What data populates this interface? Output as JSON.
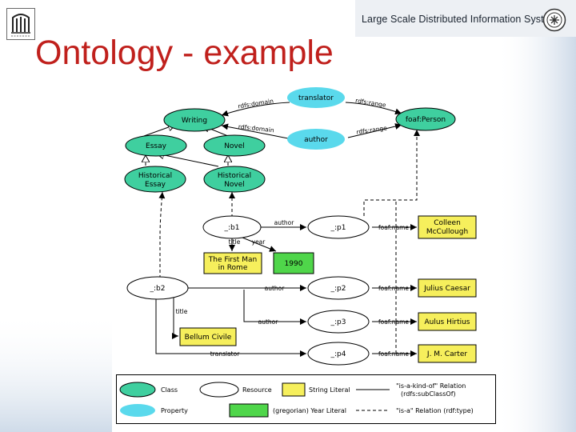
{
  "slide": {
    "title": "Ontology - example",
    "header_text": "Large Scale Distributed Information Systems",
    "colors": {
      "title": "#c0201c",
      "class_fill": "#3fcf9f",
      "property_fill": "#5ad9ec",
      "literal_fill": "#f6ef5c",
      "year_fill": "#4fd64a"
    }
  },
  "diagram": {
    "nodes": {
      "writing": "Writing",
      "essay": "Essay",
      "novel": "Novel",
      "historical_essay_l1": "Historical",
      "historical_essay_l2": "Essay",
      "historical_novel_l1": "Historical",
      "historical_novel_l2": "Novel",
      "translator": "translator",
      "author": "author",
      "foaf_person": "foaf:Person",
      "b1": "_:b1",
      "b2": "_:b2",
      "p1": "_:p1",
      "p2": "_:p2",
      "p3": "_:p3",
      "p4": "_:p4",
      "book1_l1": "The First Man",
      "book1_l2": "in Rome",
      "year": "1990",
      "bellum": "Bellum Civile",
      "colleen_l1": "Colleen",
      "colleen_l2": "McCullough",
      "julius": "Julius Caesar",
      "aulus": "Aulus Hirtius",
      "carter": "J. M. Carter"
    },
    "edge_labels": {
      "rdfs_domain_1": "rdfs:domain",
      "rdfs_domain_2": "rdfs:domain",
      "rdfs_range_1": "rdfs:range",
      "rdfs_range_2": "rdfs:range",
      "author_b1": "author",
      "title_b1": "title",
      "year_b1": "year",
      "foaf_name_p1": "foaf:name",
      "author_b2_p2": "author",
      "author_b2_p3": "author",
      "title_b2": "title",
      "translator_b2": "translator",
      "foaf_name_p2": "foaf:name",
      "foaf_name_p3": "foaf:name",
      "foaf_name_p4": "foaf:name"
    }
  },
  "legend": {
    "class": "Class",
    "resource": "Resource",
    "string_literal": "String Literal",
    "isa_kind_of_l1": "\"is-a-kind-of\" Relation",
    "isa_kind_of_l2": "(rdfs:subClassOf)",
    "property": "Property",
    "year_literal": "(gregorian) Year Literal",
    "isa": "\"is-a\" Relation (rdf:type)"
  }
}
